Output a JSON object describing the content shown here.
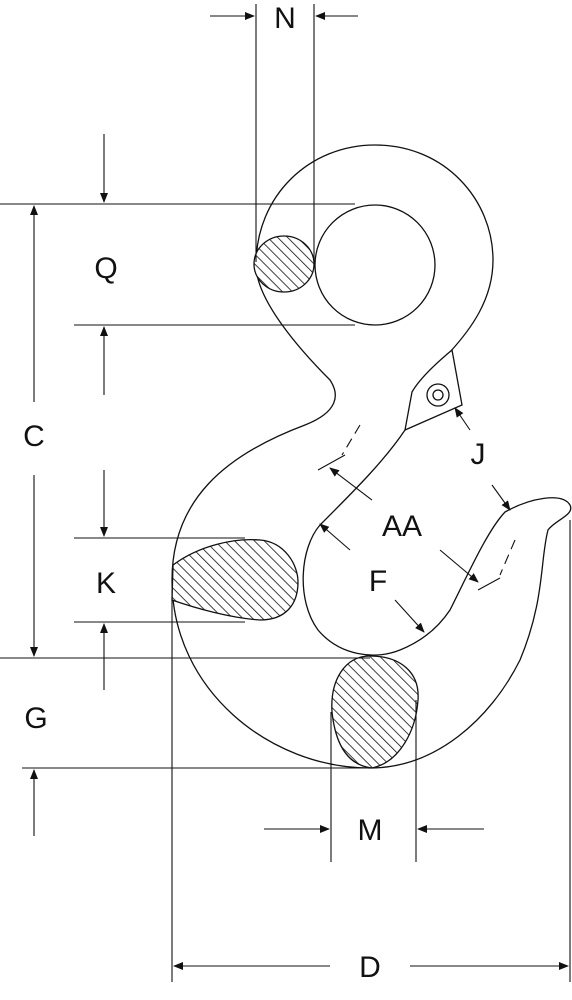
{
  "diagram": {
    "labels": {
      "N": "N",
      "Q": "Q",
      "C": "C",
      "K": "K",
      "G": "G",
      "M": "M",
      "D": "D",
      "J": "J",
      "AA": "AA",
      "F": "F"
    }
  }
}
